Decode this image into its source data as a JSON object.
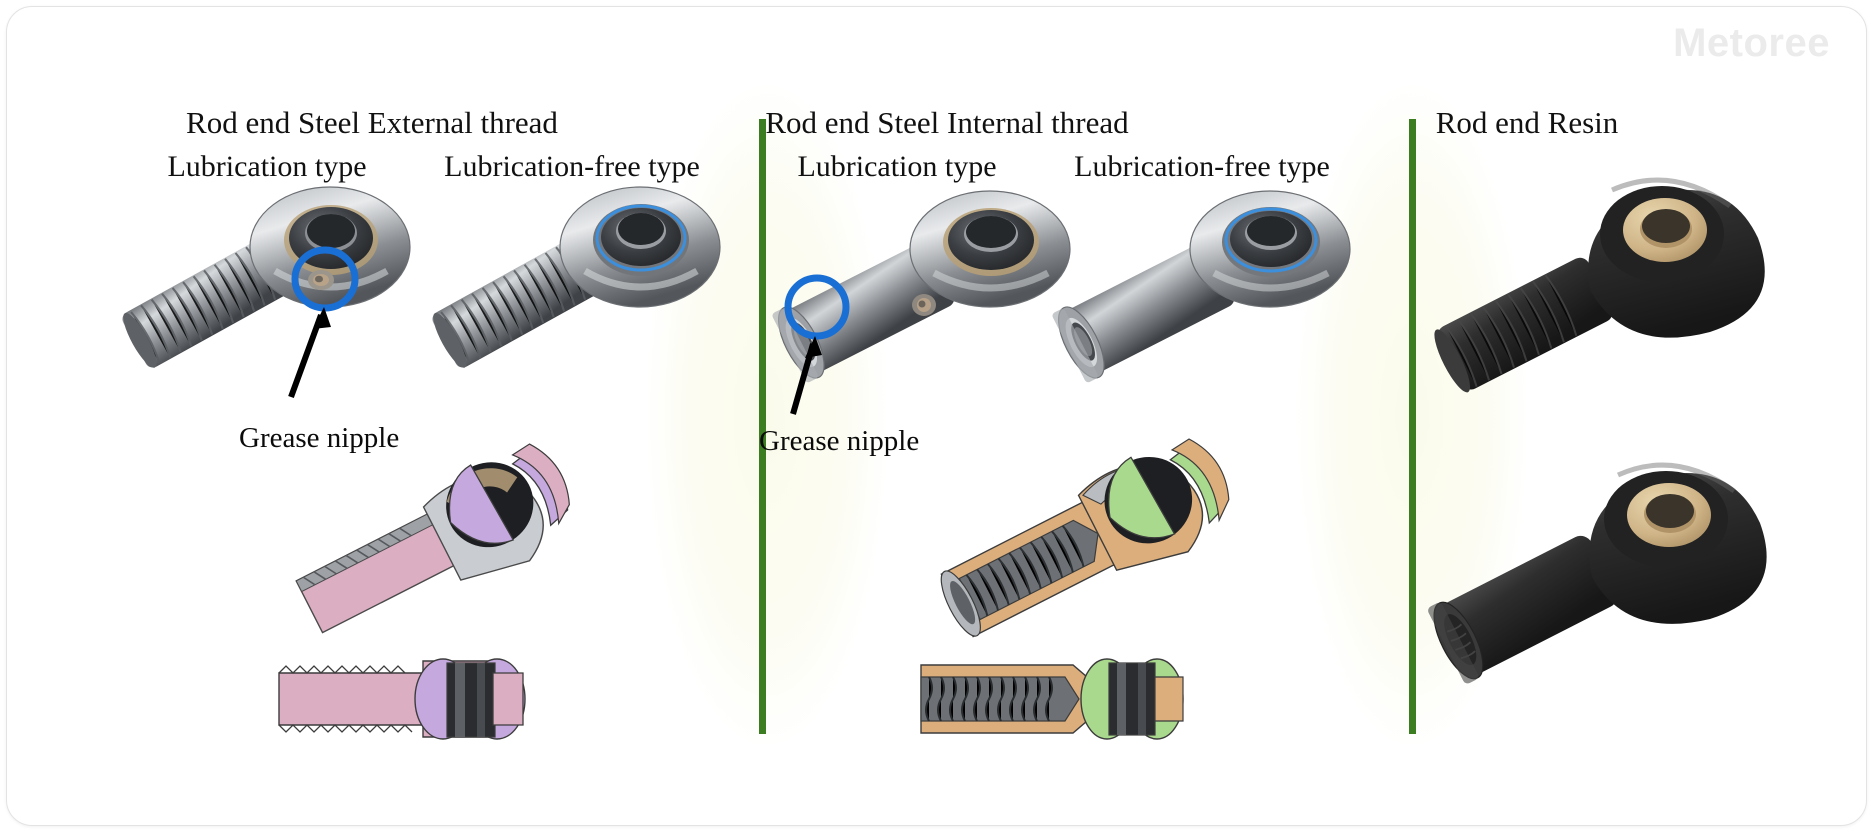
{
  "watermark": {
    "text": "Metoree"
  },
  "theme": {
    "divider_green": "#3c7d22",
    "annotation_blue": "#1a6fd4",
    "liner_blue": "#3b8fdd",
    "steel_light": "#d8dadd",
    "steel_mid": "#8e9296",
    "steel_dark": "#4a4d51",
    "section_pink": "#dcaec2",
    "section_purple": "#c5a9de",
    "section_tan": "#dcae7c",
    "section_green": "#a9d98c",
    "resin_black": "#2b2b2b",
    "bronze_bush": "#d9c093",
    "card_border": "#e3e3e3"
  },
  "groups": [
    {
      "id": "external-thread",
      "title": "Rod end Steel External thread",
      "variants": [
        {
          "id": "lubrication-type",
          "label": "Lubrication type",
          "callout": "Grease nipple",
          "has_grease_nipple": true,
          "has_liner_ring": false
        },
        {
          "id": "lubrication-free-type",
          "label": "Lubrication-free type",
          "callout": "",
          "has_grease_nipple": false,
          "has_liner_ring": true
        }
      ],
      "section_views": [
        {
          "id": "cutaway-iso",
          "body_color": "#dcaec2",
          "ball_color": "#c5a9de"
        },
        {
          "id": "cutaway-flat",
          "body_color": "#dcaec2",
          "ball_color": "#c5a9de"
        }
      ]
    },
    {
      "id": "internal-thread",
      "title": "Rod end Steel Internal thread",
      "variants": [
        {
          "id": "lubrication-type",
          "label": "Lubrication type",
          "callout": "Grease nipple",
          "has_grease_nipple": true,
          "has_liner_ring": false
        },
        {
          "id": "lubrication-free-type",
          "label": "Lubrication-free type",
          "callout": "",
          "has_grease_nipple": false,
          "has_liner_ring": true
        }
      ],
      "section_views": [
        {
          "id": "cutaway-iso",
          "body_color": "#dcae7c",
          "ball_color": "#a9d98c"
        },
        {
          "id": "cutaway-flat",
          "body_color": "#dcae7c",
          "ball_color": "#a9d98c"
        }
      ]
    },
    {
      "id": "resin",
      "title": "Rod end Resin",
      "variants": [],
      "parts": [
        {
          "id": "resin-male",
          "body_color": "#2b2b2b",
          "bush_color": "#d9c093"
        },
        {
          "id": "resin-female",
          "body_color": "#2b2b2b",
          "bush_color": "#d9c093"
        }
      ]
    }
  ]
}
